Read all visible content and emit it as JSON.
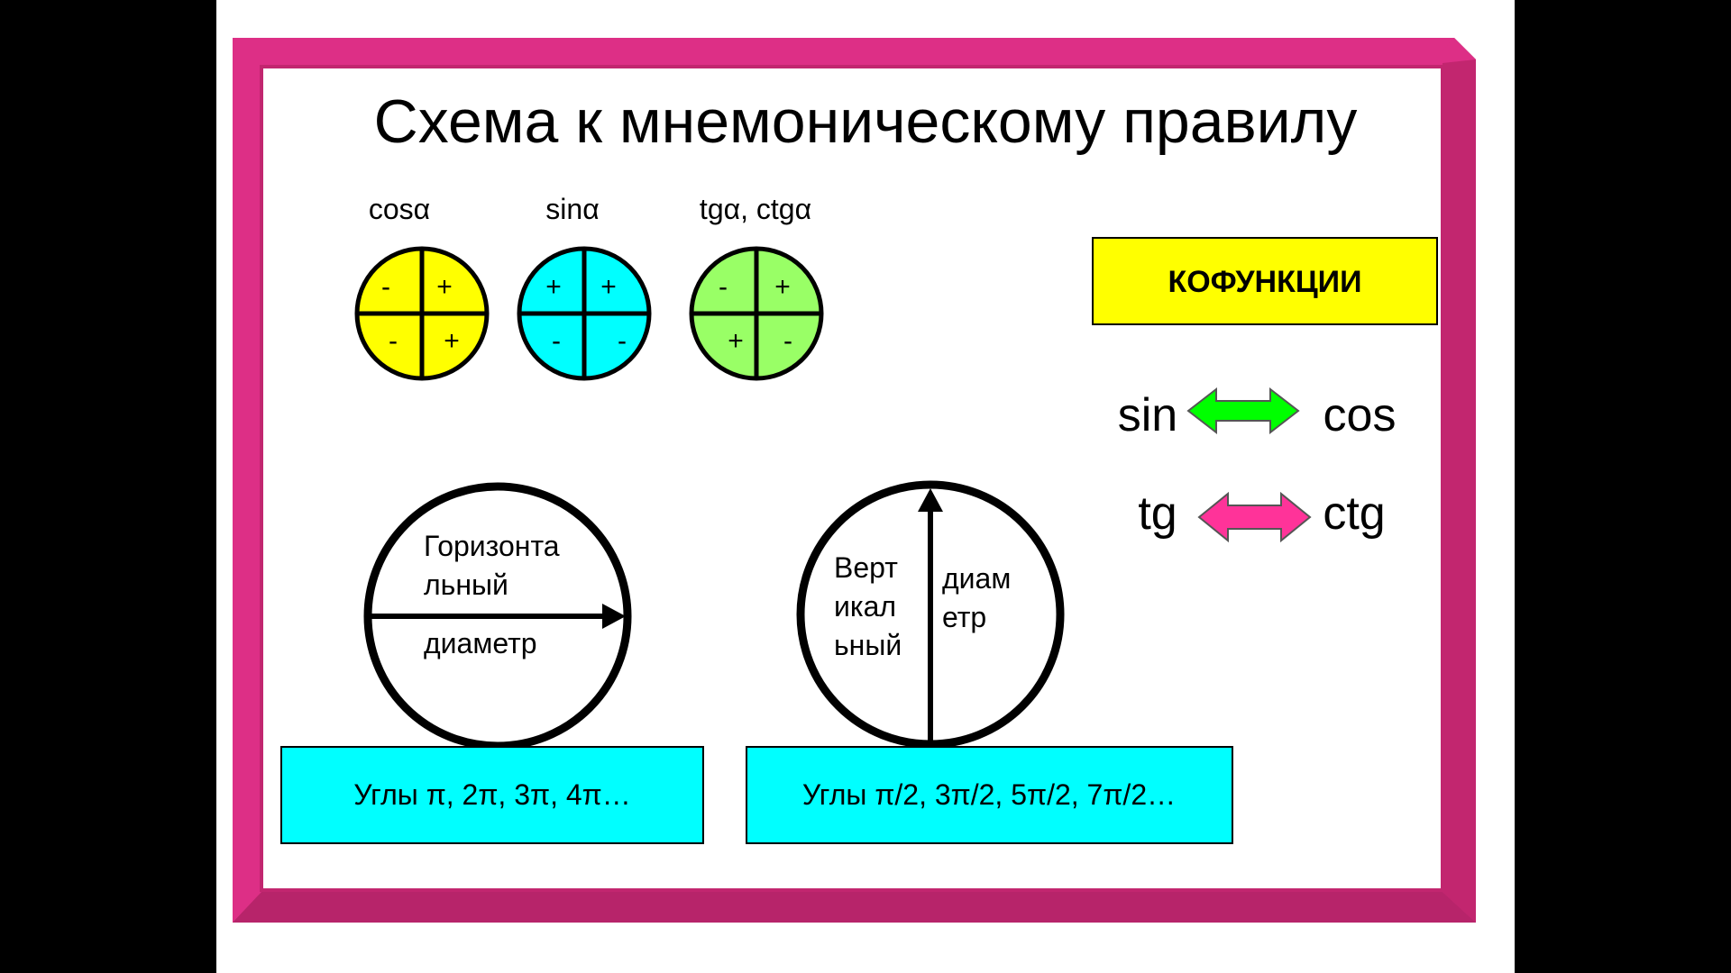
{
  "slide": {
    "title": "Схема к мнемоническому правилу",
    "colors": {
      "background": "#000000",
      "slide": "#FFFFFF",
      "frame": "#DD2F86",
      "frame_dark": "#A01F5C",
      "cos_fill": "#FFFF00",
      "sin_fill": "#00FFFF",
      "tg_fill": "#99FF66",
      "kofunkcii_fill": "#FFFF00",
      "arrow_green": "#00FF00",
      "arrow_pink": "#FF3399",
      "angles_fill": "#00FFFF"
    }
  },
  "sign_circles": [
    {
      "label": "cosα",
      "q_top_left": "-",
      "q_top_right": "+",
      "q_bottom_left": "-",
      "q_bottom_right": "+"
    },
    {
      "label": "sinα",
      "q_top_left": "+",
      "q_top_right": "+",
      "q_bottom_left": "-",
      "q_bottom_right": "-"
    },
    {
      "label": "tgα, ctgα",
      "q_top_left": "-",
      "q_top_right": "+",
      "q_bottom_left": "+",
      "q_bottom_right": "-"
    }
  ],
  "kofunkcii": {
    "label": "КОФУНКЦИИ",
    "pairs": [
      {
        "left": "sin",
        "right": "cos"
      },
      {
        "left": "tg",
        "right": "ctg"
      }
    ]
  },
  "horizontal": {
    "line1": "Горизонта",
    "line2": "льный",
    "line3": "диаметр",
    "angles": "Углы π, 2π, 3π, 4π…"
  },
  "vertical": {
    "left1": "Верт",
    "left2": "икал",
    "left3": "ьный",
    "right1": "диам",
    "right2": "етр",
    "angles": "Углы π/2, 3π/2, 5π/2, 7π/2…"
  }
}
